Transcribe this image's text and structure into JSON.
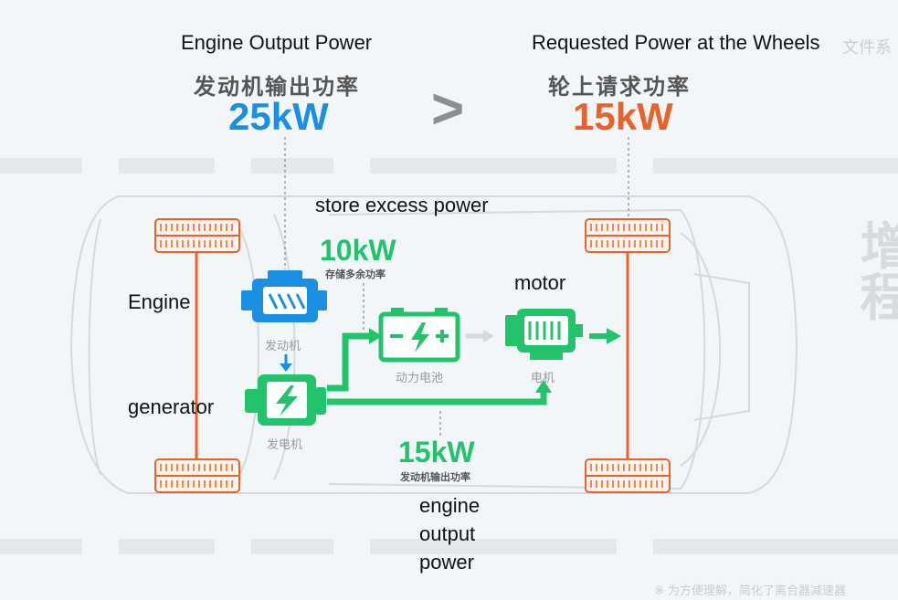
{
  "engine_output": {
    "label_en": "Engine Output Power",
    "label_cn": "发动机输出功率",
    "value": "25kW",
    "color": "#1a8fe3"
  },
  "comparison_symbol": ">",
  "wheel_request": {
    "label_en": "Requested Power at the Wheels",
    "label_cn": "轮上请求功率",
    "value": "15kW",
    "color": "#e8622a"
  },
  "store_excess": {
    "label_en": "store excess power",
    "value": "10kW",
    "label_cn": "存储多余功率"
  },
  "engine_to_wheels": {
    "value": "15kW",
    "label_cn": "发动机输出功率",
    "label_en_lines": [
      "engine",
      "output",
      "power"
    ]
  },
  "components": {
    "engine": {
      "label_en": "Engine",
      "label_cn": "发动机",
      "icon": "engine-icon"
    },
    "generator": {
      "label_en": "generator",
      "label_cn": "发电机",
      "icon": "generator-icon"
    },
    "battery": {
      "label_cn": "动力电池",
      "icon": "battery-icon"
    },
    "motor": {
      "label_en": "motor",
      "label_cn": "电机",
      "icon": "motor-icon"
    }
  },
  "watermark_right": "增程",
  "watermark_top_right": "文件系",
  "footnote": "※ 为方便理解，简化了离合器减速器",
  "colors": {
    "flow_green": "#21c46a",
    "wheel_orange": "#e8622a",
    "engine_blue": "#1a8fe3"
  }
}
